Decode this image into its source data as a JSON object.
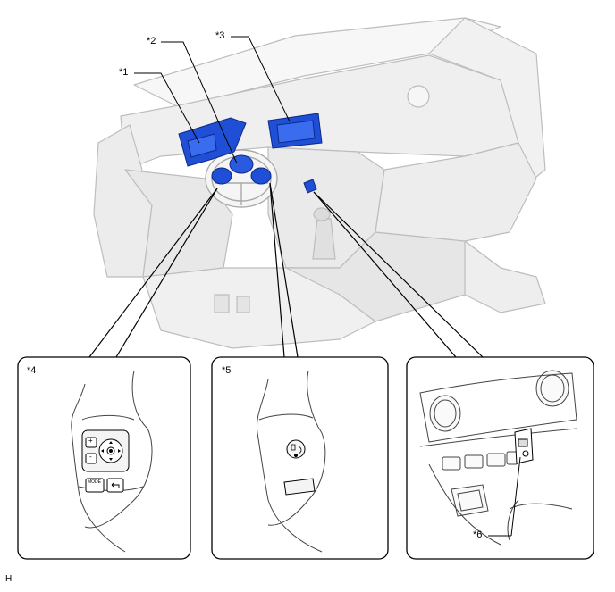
{
  "callouts": {
    "c1": "*1",
    "c2": "*2",
    "c3": "*3",
    "c4": "*4",
    "c5": "*5",
    "c6": "*6"
  },
  "switch_labels": {
    "mode": "MODE",
    "plus": "+",
    "minus": "-"
  },
  "corner_mark": "H",
  "colors": {
    "highlight_blue": "#1f4fd6",
    "line": "#000000",
    "grey_outline": "#b9b9b9"
  }
}
